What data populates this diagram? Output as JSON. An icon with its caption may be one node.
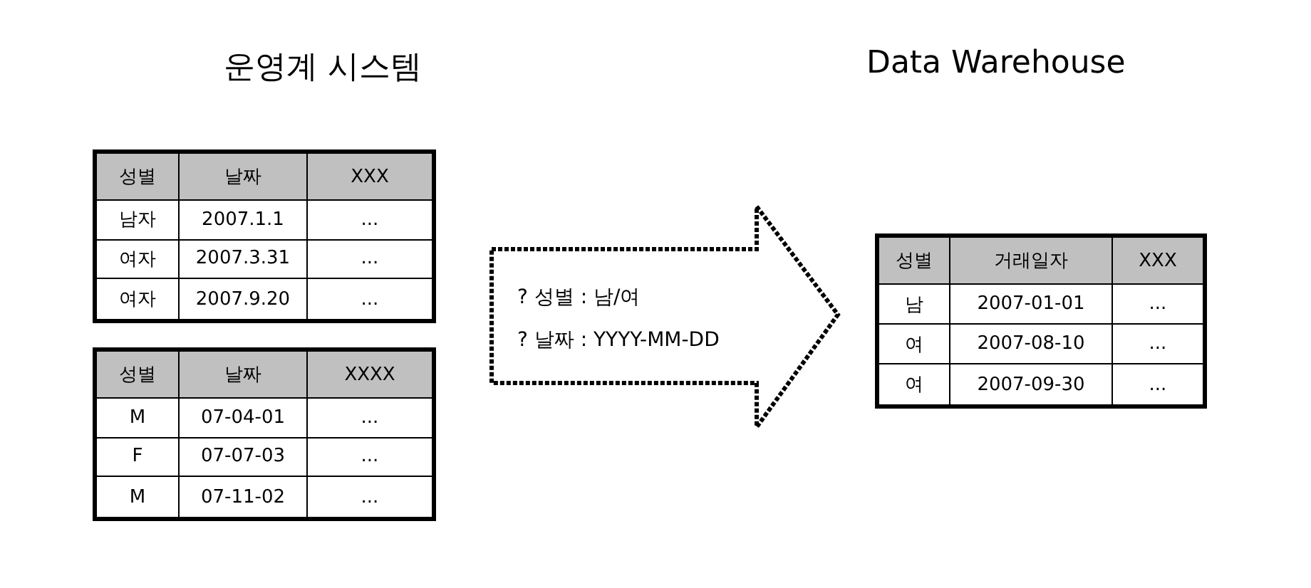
{
  "diagram": {
    "nodes": [
      {
        "text": [
          "성별",
          "날짜",
          "XXX",
          "남자",
          "2007.1.1",
          "...",
          "여자",
          "2007.3.31",
          "...",
          "여자",
          "2007.9.20",
          "..."
        ]
      },
      {
        "text": [
          "성별",
          "날짜",
          "XXXX",
          "M",
          "07-04-01",
          "...",
          "F",
          "07-07-03",
          "...",
          "M",
          "07-11-02",
          "..."
        ]
      },
      {
        "text": [
          "? 성별 : 남/여",
          "? 날짜 : YYYY-MM-DD"
        ]
      },
      {
        "text": [
          "성별",
          "거래일자",
          "XXX",
          "남",
          "2007-01-01",
          "...",
          "여",
          "2007-08-10",
          "...",
          "여",
          "2007-09-30",
          "..."
        ]
      }
    ],
    "labels": [
      "운영계 시스템",
      "Data Warehouse"
    ]
  }
}
